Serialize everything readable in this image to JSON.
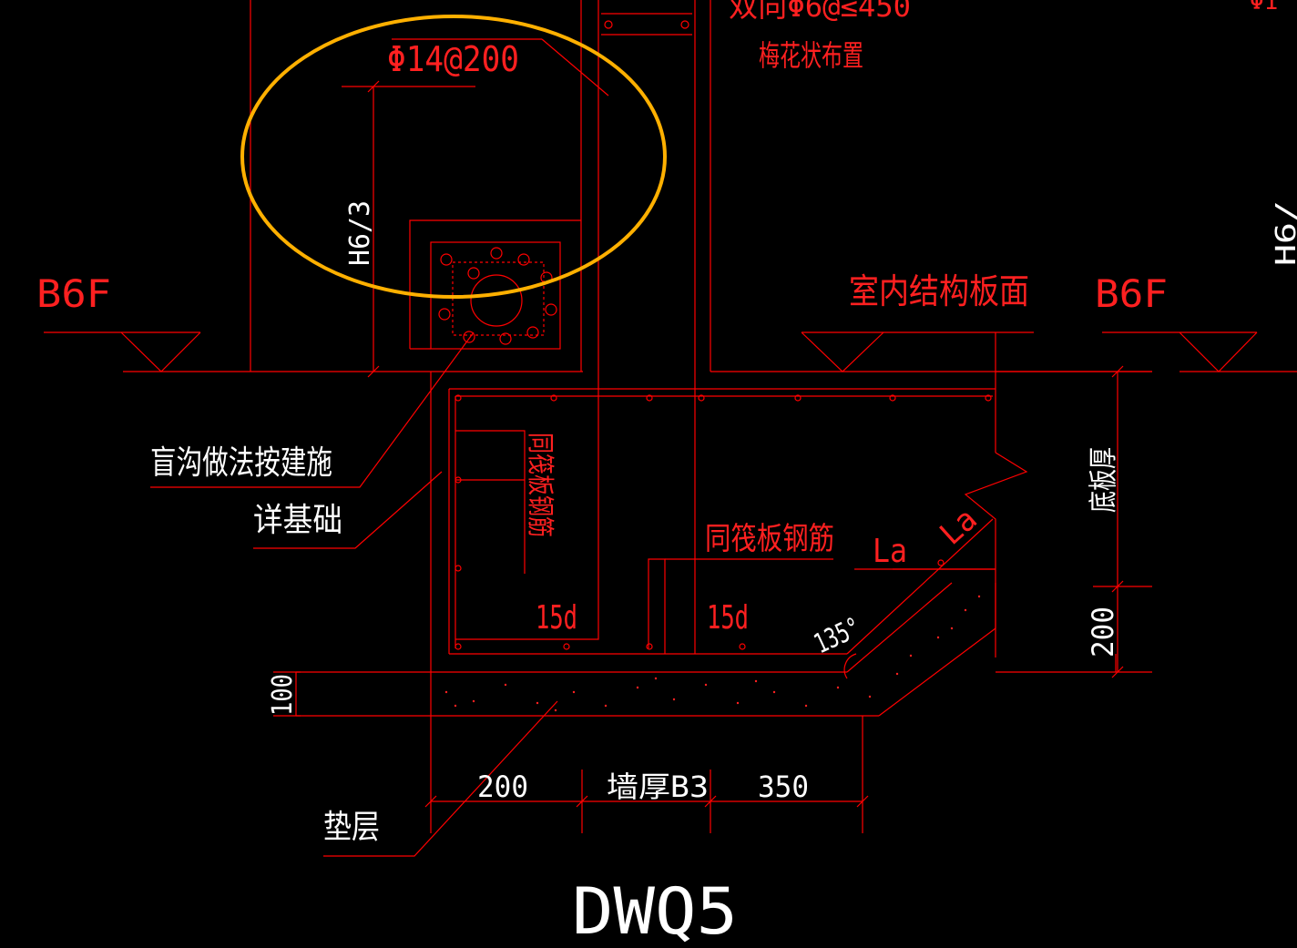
{
  "labels": {
    "rebar_spec": "Φ14@200",
    "top_note_1": "双向Φ6@≤450",
    "top_note_2": "梅花状布置",
    "top_right_cut": "Φ1",
    "h6_3_left": "H6/3",
    "h6_3_right": "H6/",
    "b6f_left": "B6F",
    "b6f_right": "B6F",
    "indoor_slab": "室内结构板面",
    "blind_ditch_1": "盲沟做法按建施",
    "blind_ditch_2": "详基础",
    "same_raft_vertical": "同筏板钢筋",
    "same_raft_horizontal": "同筏板钢筋",
    "la_1": "La",
    "la_2": "La",
    "anchor_15d_left": "15d",
    "anchor_15d_right": "15d",
    "angle_135": "135°",
    "slab_thickness": "底板厚",
    "dim_200_right": "200",
    "dim_100_left": "100",
    "dim_200_bottom": "200",
    "dim_wall": "墙厚B3",
    "dim_350": "350",
    "cushion": "垫层",
    "drawing_title": "DWQ5"
  },
  "colors": {
    "background": "#000000",
    "line": "#ff0000",
    "text_white": "#ffffff",
    "text_red": "#ff2020",
    "highlight": "#ffb000"
  }
}
